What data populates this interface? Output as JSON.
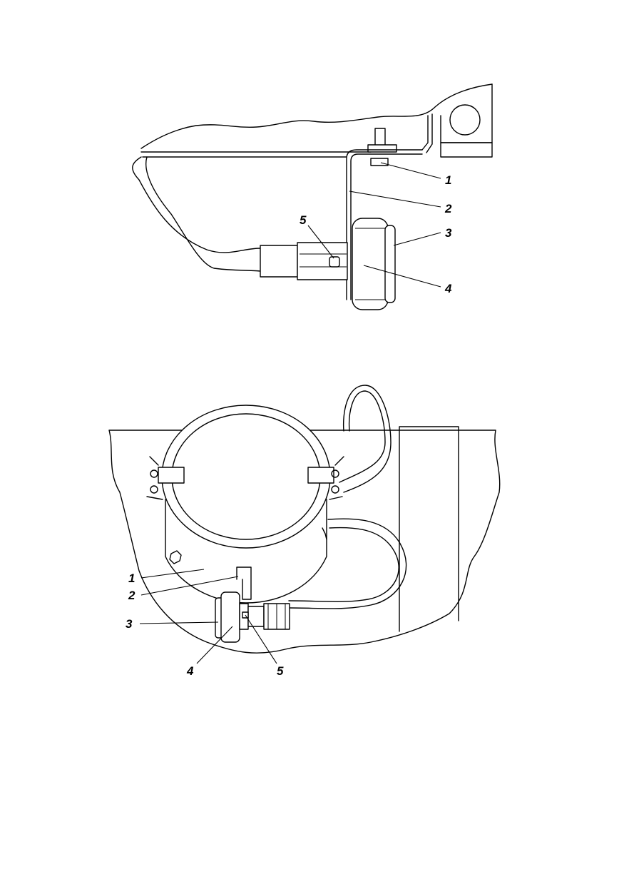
{
  "diagram": {
    "top_view": {
      "callouts": [
        {
          "id": "1",
          "label": "1"
        },
        {
          "id": "2",
          "label": "2"
        },
        {
          "id": "3",
          "label": "3"
        },
        {
          "id": "4",
          "label": "4"
        },
        {
          "id": "5",
          "label": "5"
        }
      ]
    },
    "bottom_view": {
      "callouts": [
        {
          "id": "1",
          "label": "1"
        },
        {
          "id": "2",
          "label": "2"
        },
        {
          "id": "3",
          "label": "3"
        },
        {
          "id": "4",
          "label": "4"
        },
        {
          "id": "5",
          "label": "5"
        }
      ]
    }
  }
}
